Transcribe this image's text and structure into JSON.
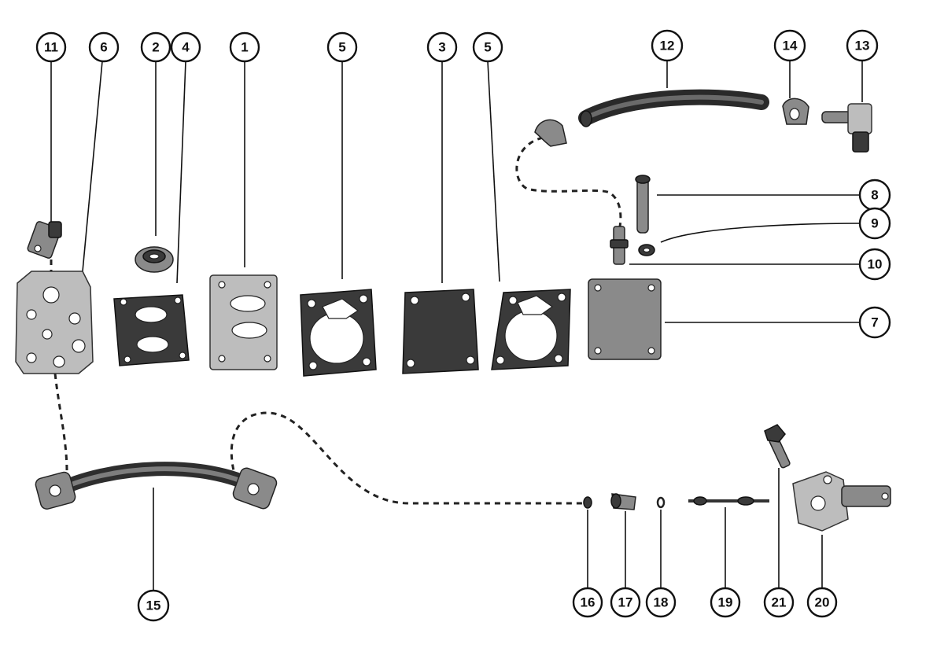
{
  "callouts": {
    "c11": "11",
    "c6": "6",
    "c2": "2",
    "c4": "4",
    "c1": "1",
    "c5a": "5",
    "c3": "3",
    "c5b": "5",
    "c12": "12",
    "c14": "14",
    "c13": "13",
    "c8": "8",
    "c9": "9",
    "c10": "10",
    "c7": "7",
    "c15": "15",
    "c16": "16",
    "c17": "17",
    "c18": "18",
    "c19": "19",
    "c21": "21",
    "c20": "20"
  }
}
